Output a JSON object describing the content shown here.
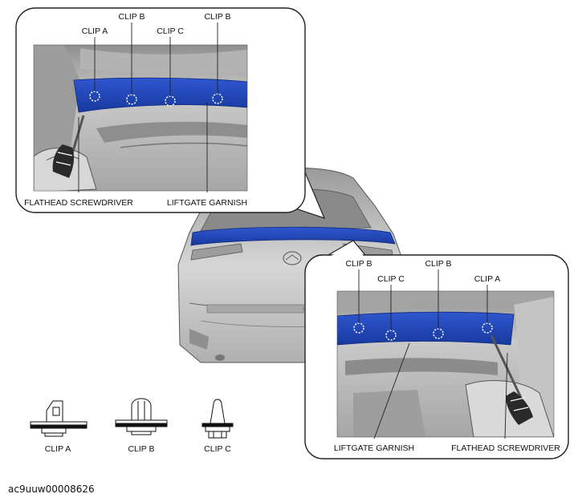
{
  "top_callout": {
    "clip_a": "CLIP A",
    "clip_b_left": "CLIP B",
    "clip_c": "CLIP C",
    "clip_b_right": "CLIP B",
    "screwdriver": "FLATHEAD SCREWDRIVER",
    "garnish": "LIFTGATE GARNISH"
  },
  "bottom_callout": {
    "clip_b_left": "CLIP B",
    "clip_c": "CLIP C",
    "clip_b_right": "CLIP B",
    "clip_a": "CLIP A",
    "garnish": "LIFTGATE GARNISH",
    "screwdriver": "FLATHEAD SCREWDRIVER"
  },
  "clip_legend": [
    {
      "label": "CLIP A"
    },
    {
      "label": "CLIP B"
    },
    {
      "label": "CLIP C"
    }
  ],
  "figure_code": "ac9uuw00008626",
  "colors": {
    "garnish_blue": "#1e45b8",
    "line": "#222222",
    "photo_gray": "#b9b9b9"
  }
}
